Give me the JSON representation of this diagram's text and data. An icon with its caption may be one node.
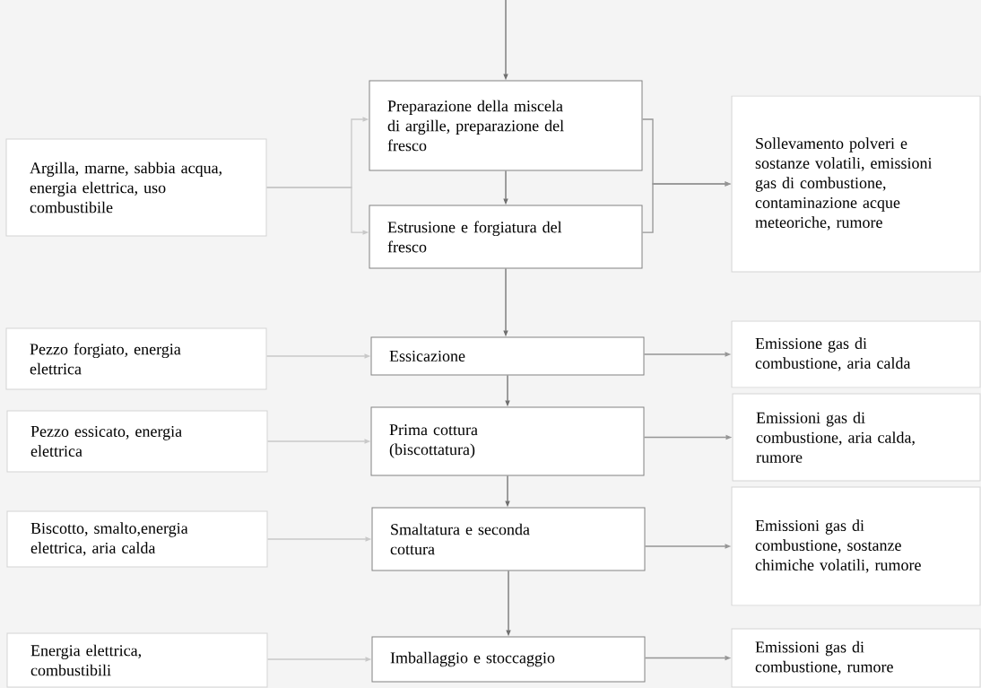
{
  "diagram": {
    "nodes": [
      {
        "text": [
          "Preparazione della miscela di argille, preparazione del fresco"
        ]
      },
      {
        "text": [
          "Sollevamento polveri e sostanze volatili, emissioni gas di combustione, contaminazione acque meteoriche, rumore"
        ]
      },
      {
        "text": [
          "Argilla, marne, sabbia acqua, energia elettrica, uso combustibile"
        ]
      },
      {
        "text": [
          "Estrusione e forgiatura del fresco"
        ]
      },
      {
        "text": [
          "Pezzo forgiato, energia elettrica"
        ]
      },
      {
        "text": [
          "Essicazione"
        ]
      },
      {
        "text": [
          "Emissione gas di combustione, aria calda"
        ]
      },
      {
        "text": [
          "Pezzo essicato, energia elettrica"
        ]
      },
      {
        "text": [
          "Prima cottura (biscottatura)"
        ]
      },
      {
        "text": [
          "Emissioni gas di combustione, aria calda, rumore"
        ]
      },
      {
        "text": [
          "Biscotto, smalto,energia elettrica, aria calda"
        ]
      },
      {
        "text": [
          "Smaltatura e seconda cottura"
        ]
      },
      {
        "text": [
          "Emissioni gas di combustione, sostanze chimiche volatili, rumore"
        ]
      },
      {
        "text": [
          "Energia elettrica, combustibili"
        ]
      },
      {
        "text": [
          "Imballaggio e stoccaggio"
        ]
      },
      {
        "text": [
          "Emissioni gas di combustione, rumore"
        ]
      }
    ],
    "edges": [
      {
        "from": null,
        "to": 0,
        "arrow": "to"
      },
      {
        "from": 2,
        "to": 0,
        "arrow": "to",
        "color": "#c8c8c8"
      },
      {
        "from": 2,
        "to": 3,
        "arrow": "to",
        "color": "#c8c8c8"
      },
      {
        "from": 0,
        "to": 3,
        "arrow": "to"
      },
      {
        "from": 0,
        "to": 1,
        "arrow": "to",
        "color": "#959595"
      },
      {
        "from": 3,
        "to": 1,
        "arrow": "to",
        "color": "#959595"
      },
      {
        "from": 3,
        "to": 5,
        "arrow": "to"
      },
      {
        "from": 4,
        "to": 5,
        "arrow": "to",
        "color": "#c8c8c8"
      },
      {
        "from": 5,
        "to": 6,
        "arrow": "to",
        "color": "#959595"
      },
      {
        "from": 5,
        "to": 8,
        "arrow": "to"
      },
      {
        "from": 7,
        "to": 8,
        "arrow": "to",
        "color": "#c8c8c8"
      },
      {
        "from": 8,
        "to": 9,
        "arrow": "to",
        "color": "#959595"
      },
      {
        "from": 8,
        "to": 11,
        "arrow": "to"
      },
      {
        "from": 10,
        "to": 11,
        "arrow": "to",
        "color": "#c8c8c8"
      },
      {
        "from": 11,
        "to": 12,
        "arrow": "to",
        "color": "#959595"
      },
      {
        "from": 11,
        "to": 14,
        "arrow": "to"
      },
      {
        "from": 13,
        "to": 14,
        "arrow": "to",
        "color": "#c8c8c8"
      },
      {
        "from": 14,
        "to": 15,
        "arrow": "to",
        "color": "#959595"
      }
    ]
  }
}
